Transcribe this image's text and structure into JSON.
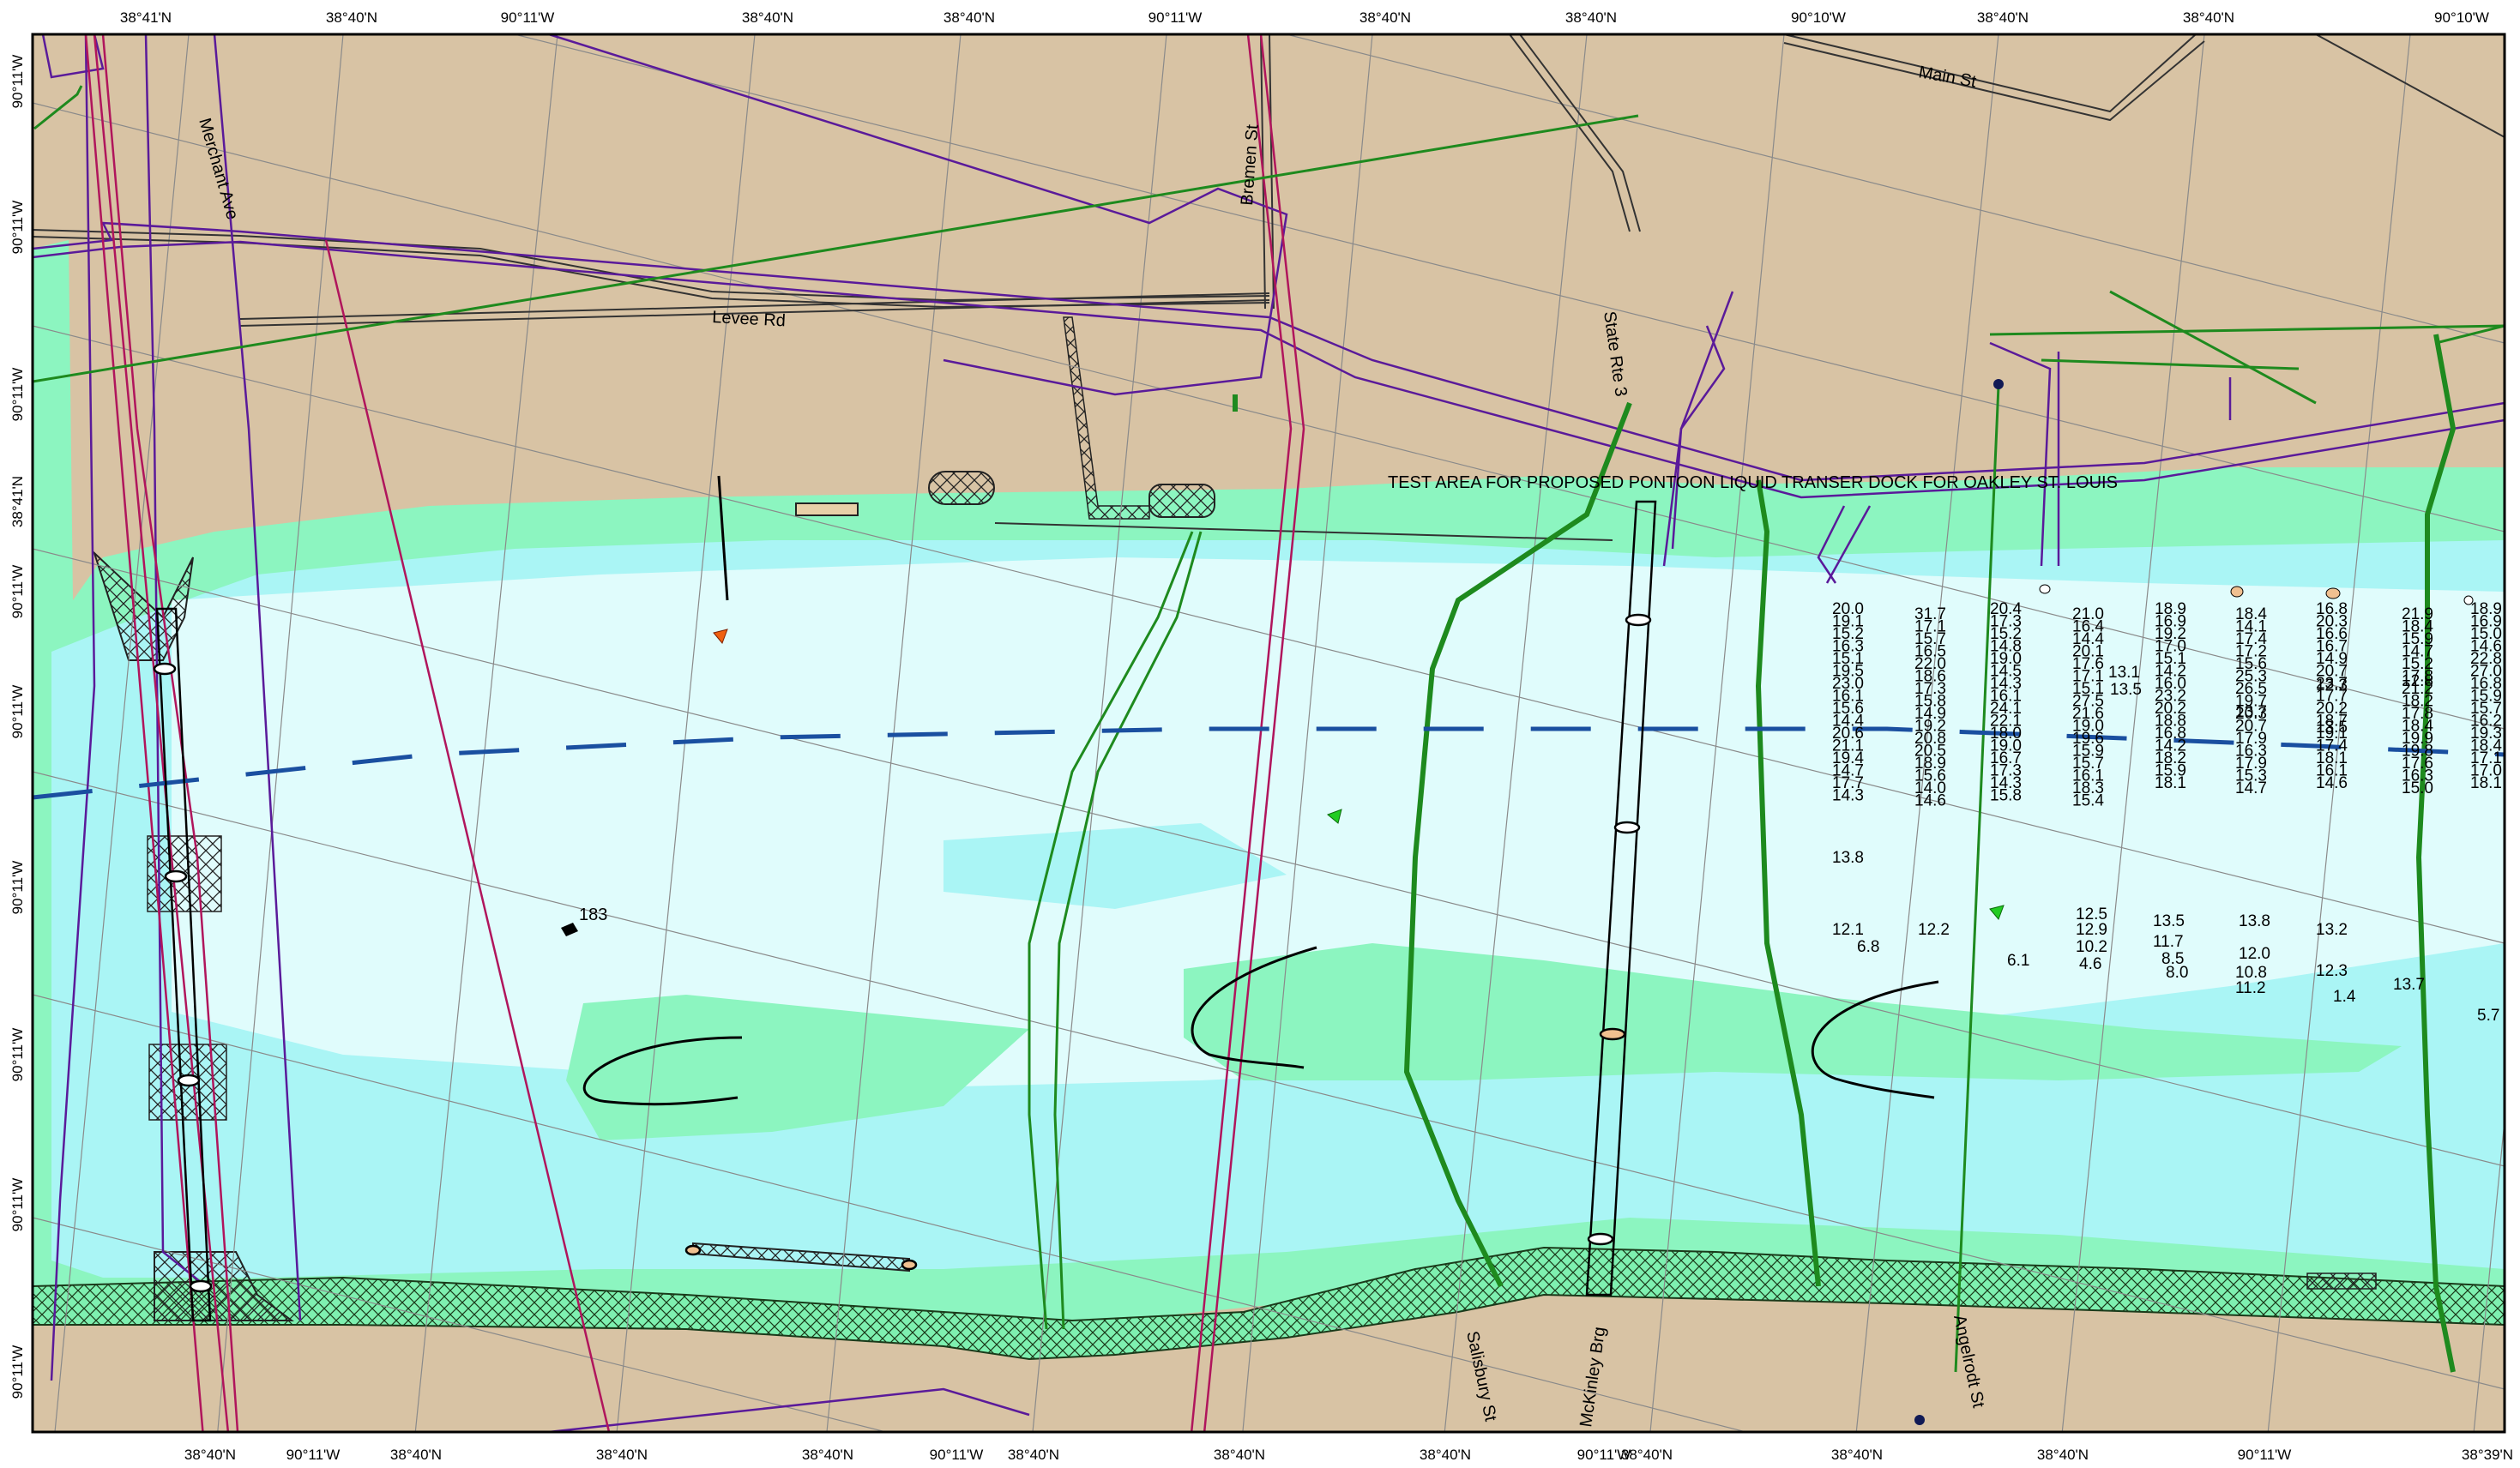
{
  "title": "TEST AREA FOR PROPOSED PONTOON LIQUID TRANSER DOCK FOR OAKLEY ST. LOUIS",
  "colors": {
    "land": "#d8c3a4",
    "shallow_water": "#8cf5c0",
    "mid_water": "#aaf5f5",
    "deep_water": "#e0fcfc",
    "channel": "#1a4fa0",
    "road": "#333333",
    "pipeline_purple": "#5a1a9a",
    "pipeline_crimson": "#b0155c",
    "cable_green": "#1e8a1e",
    "sounding_blue": "#1e82e0",
    "sounding_green": "#66dd22",
    "sounding_red": "#e02020"
  },
  "top_labels": [
    "38°41'N",
    "38°40'N",
    "90°11'W",
    "38°40'N",
    "38°40'N",
    "90°11'W",
    "38°40'N",
    "38°40'N",
    "90°10'W",
    "38°40'N",
    "38°40'N",
    "90°10'W"
  ],
  "bottom_labels": [
    "38°40'N",
    "90°11'W",
    "38°40'N",
    "38°40'N",
    "38°40'N",
    "90°11'W",
    "38°40'N",
    "38°40'N",
    "38°40'N",
    "90°11'W",
    "38°40'N",
    "38°40'N",
    "38°40'N",
    "90°11'W",
    "38°39'N"
  ],
  "left_labels": [
    "90°11'W",
    "90°11'W",
    "90°11'W",
    "38°41'N",
    "90°11'W",
    "90°11'W",
    "90°11'W",
    "90°11'W",
    "90°11'W",
    "90°11'W",
    "90°11'W"
  ],
  "roads": {
    "main": "Main St",
    "levee": "Levee Rd",
    "merchant": "Merchant Ave",
    "bremen": "Bremen St",
    "state": "State Rte 3",
    "salisbury": "Salisbury St",
    "mckinley": "McKinley Brg",
    "angelrodt": "Angelrodt St"
  },
  "depth_label": "183",
  "soundings": {
    "black": [
      "20.0",
      "31.7",
      "20.4",
      "21.0",
      "18.9",
      "18.4",
      "16.8",
      "21.9",
      "18.9",
      "19.1",
      "17.1",
      "17.3",
      "16.4",
      "16.9",
      "14.1",
      "20.3",
      "18.4",
      "16.9",
      "15.2",
      "15.7",
      "15.2",
      "14.4",
      "19.2",
      "17.4",
      "16.6",
      "15.9",
      "15.0",
      "16.3",
      "16.5",
      "14.8",
      "20.1",
      "17.0",
      "17.2",
      "16.7",
      "14.7",
      "14.6",
      "15.1",
      "22.0",
      "19.0",
      "17.6",
      "15.1",
      "15.6",
      "14.9",
      "15.2",
      "22.8",
      "19.5",
      "18.6",
      "14.5",
      "17.1",
      "14.2",
      "25.3",
      "20.7",
      "17.8",
      "27.0",
      "23.0",
      "17.3",
      "14.3",
      "15.1",
      "16.0",
      "26.5",
      "23.7",
      "21.2",
      "16.8",
      "16.1",
      "15.8",
      "16.1",
      "27.5",
      "23.2",
      "19.7",
      "17.7",
      "18.2",
      "15.9",
      "15.6",
      "14.9",
      "24.1",
      "21.6",
      "20.2",
      "20.3",
      "20.2",
      "17.8",
      "15.7",
      "14.4",
      "19.2",
      "22.1",
      "19.0",
      "18.8",
      "20.7",
      "18.7",
      "18.4",
      "16.2",
      "20.6",
      "20.8",
      "18.0",
      "19.6",
      "16.8",
      "17.9",
      "19.1",
      "19.9",
      "19.3",
      "21.1",
      "20.5",
      "19.0",
      "15.9",
      "14.2",
      "16.3",
      "17.4",
      "19.8",
      "18.4",
      "19.4",
      "18.9",
      "16.7",
      "15.7",
      "18.2",
      "17.9",
      "18.1",
      "17.6",
      "17.1",
      "14.7",
      "15.6",
      "17.3",
      "16.1",
      "15.9",
      "15.3",
      "16.1",
      "16.3",
      "17.0",
      "17.7",
      "14.0",
      "14.3",
      "18.3",
      "18.1",
      "14.7",
      "14.6",
      "15.0",
      "18.1",
      "14.3",
      "14.6",
      "15.8",
      "15.4"
    ],
    "blue": [
      "13.1",
      "12.3",
      "13.5",
      "12.8",
      "13.7",
      "13.5",
      "13.8",
      "12.1",
      "12.2",
      "12.5",
      "13.5",
      "13.8",
      "13.2",
      "12.9",
      "12.0",
      "12.3",
      "13.7"
    ],
    "green": [
      "10.2",
      "11.7",
      "10.8",
      "11.2"
    ],
    "red": [
      "6.8",
      "6.1",
      "4.6",
      "8.5",
      "8.0",
      "1.4",
      "5.7"
    ]
  }
}
